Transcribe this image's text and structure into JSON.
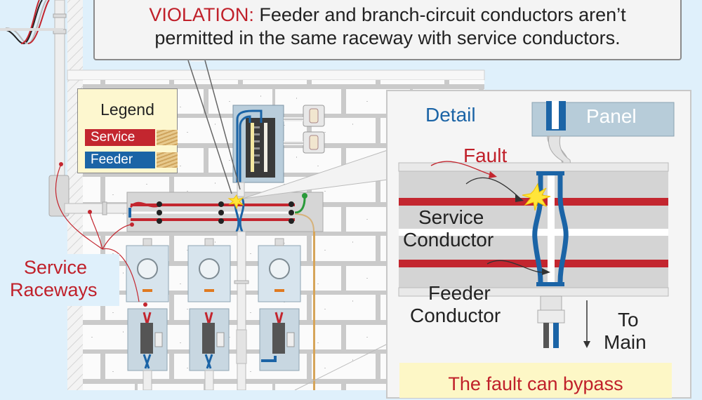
{
  "callout": {
    "violation_label": "VIOLATION:",
    "line1_rest": " Feeder and branch-circuit conductors aren’t",
    "line2": "permitted in the same raceway with service conductors."
  },
  "legend": {
    "title": "Legend",
    "items": [
      {
        "label": "Service",
        "color": "#c3262f"
      },
      {
        "label": "Feeder",
        "color": "#1b64a6"
      }
    ]
  },
  "labels": {
    "service_raceways_line1": "Service",
    "service_raceways_line2": "Raceways"
  },
  "detail": {
    "title": "Detail",
    "panel_label": "Panel",
    "fault_label": "Fault",
    "service_conductor_line1": "Service",
    "service_conductor_line2": "Conductor",
    "feeder_conductor_line1": "Feeder",
    "feeder_conductor_line2": "Conductor",
    "to_main_line1": "To",
    "to_main_line2": "Main",
    "note": "The fault can bypass"
  },
  "colors": {
    "service": "#c3262f",
    "feeder": "#1b64a6",
    "sky": "#dff0fb",
    "brick_mortar": "#c9c9c9",
    "callout_text_red": "#c0202a"
  }
}
